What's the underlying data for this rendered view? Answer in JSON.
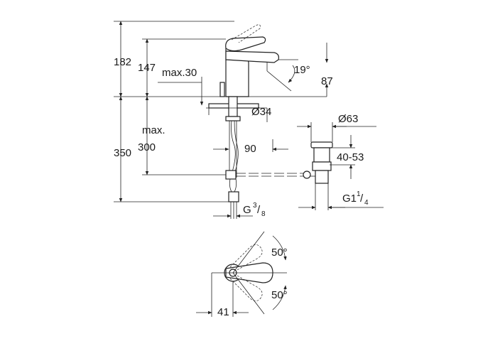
{
  "dimensions": {
    "total_height": "182",
    "spout_height": "147",
    "max30": "max.30",
    "lever_angle": "19°",
    "spout_reach": "87",
    "hole_diameter": "Ø34",
    "max_label": "max.",
    "depth_total": "350",
    "depth_max": "300",
    "rod_length": "90",
    "waste_diameter": "Ø63",
    "waste_range": "40-53",
    "waste_thread_main": "G1",
    "waste_thread_num": "1",
    "waste_thread_den": "4",
    "supply_thread_main": "G",
    "supply_thread_num": "3",
    "supply_thread_den": "8",
    "lever_angle_up": "50°",
    "lever_angle_down": "50°",
    "plan_width": "41"
  }
}
